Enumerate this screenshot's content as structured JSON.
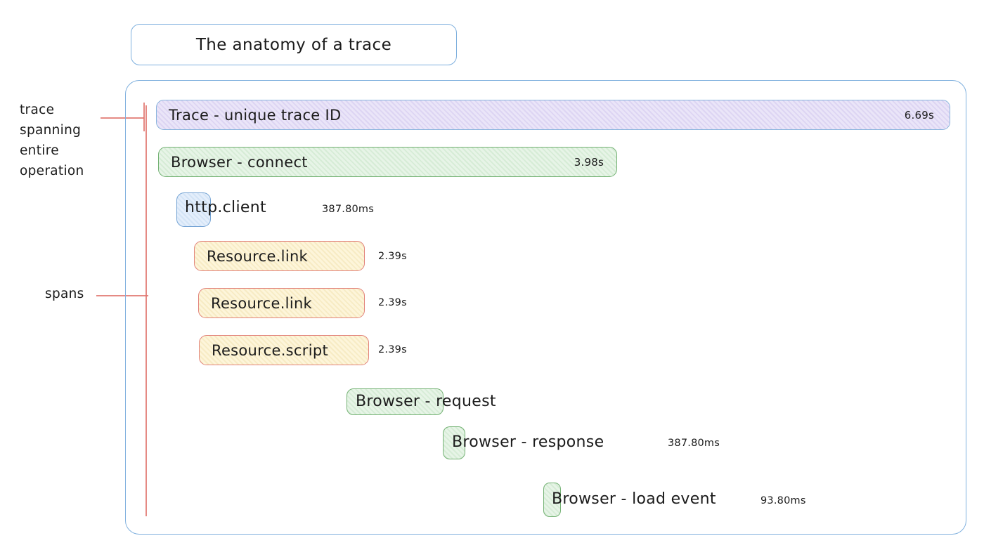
{
  "title": "The anatomy of a trace",
  "annotations": {
    "trace_label": "trace\nspanning\nentire\noperation",
    "spans_label": "spans"
  },
  "spans": [
    {
      "label": "Trace - unique trace ID",
      "duration": "6.69s",
      "kind": "trace"
    },
    {
      "label": "Browser - connect",
      "duration": "3.98s",
      "kind": "browser"
    },
    {
      "label": "http.client",
      "duration": "387.80ms",
      "kind": "http"
    },
    {
      "label": "Resource.link",
      "duration": "2.39s",
      "kind": "resource"
    },
    {
      "label": "Resource.link",
      "duration": "2.39s",
      "kind": "resource"
    },
    {
      "label": "Resource.script",
      "duration": "2.39s",
      "kind": "resource"
    },
    {
      "label": "Browser - request",
      "duration": "",
      "kind": "browser"
    },
    {
      "label": "Browser - response",
      "duration": "387.80ms",
      "kind": "browser"
    },
    {
      "label": "Browser - load event",
      "duration": "93.80ms",
      "kind": "browser"
    }
  ],
  "colors": {
    "blue_border": "#7fb0de",
    "green_border": "#74b274",
    "red_border": "#e2837b",
    "purple_fill": "#e7e1f7",
    "green_fill": "#e2f1e2",
    "yellow_fill": "#fbf2d7",
    "blue_fill": "#dfeaf8",
    "annotation_red": "#e0756e",
    "text": "#1b1b1b"
  }
}
